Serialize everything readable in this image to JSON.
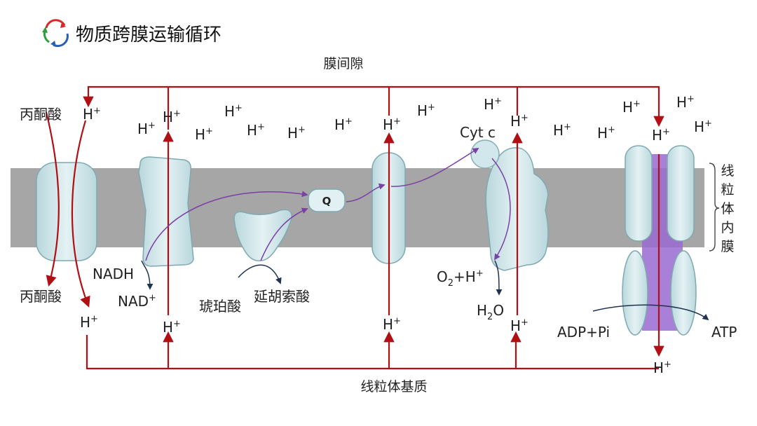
{
  "title": "物质跨膜运输循环",
  "icon": "cycle-arrows-icon",
  "colors": {
    "membrane": "#a6a6a6",
    "protein_fill": "#cfe6ea",
    "protein_stroke": "#7fa9b1",
    "proton_arrow": "#b00f14",
    "electron_arrow": "#7b3fa6",
    "atp_synthase_channel": "#9a6ad0",
    "substrate_arrow": "#1f3350"
  },
  "labels": {
    "intermembrane_space": "膜间隙",
    "matrix": "线粒体基质",
    "inner_membrane": "线粒体内膜",
    "pyruvate_top": "丙酮酸",
    "pyruvate_bottom": "丙酮酸",
    "nadh": "NADH",
    "nad_plus": "NAD",
    "succinate": "琥珀酸",
    "fumarate": "延胡索酸",
    "q": "Q",
    "cyt_c": "Cyt c",
    "o2_h": "O",
    "o2_sub": "2",
    "o2_plus": "+H",
    "h2o_h": "H",
    "h2o_sub": "2",
    "h2o_o": "O",
    "adp_pi": "ADP+Pi",
    "atp": "ATP",
    "h": "H",
    "plus": "+"
  },
  "inner_membrane_chars": [
    "线",
    "粒",
    "体",
    "内",
    "膜"
  ]
}
